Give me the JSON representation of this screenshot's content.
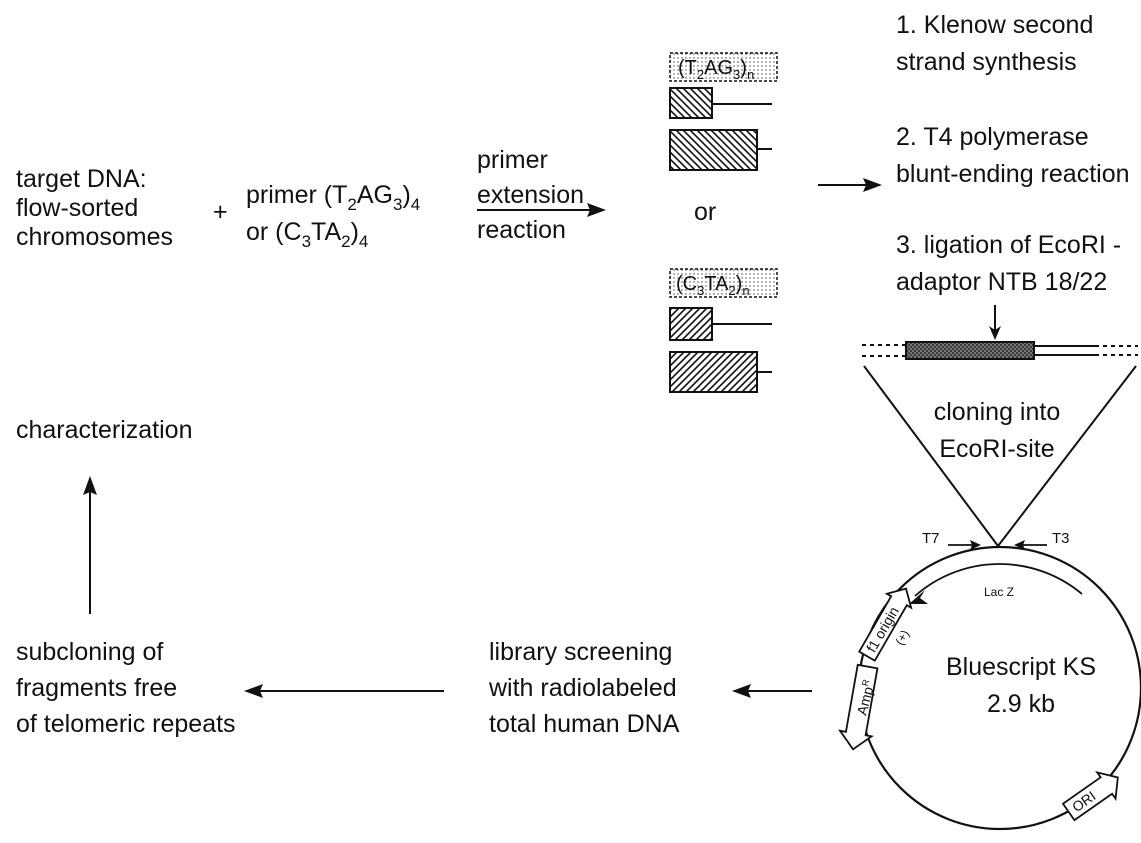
{
  "target": {
    "line1": "target DNA:",
    "line2": "flow-sorted",
    "line3": "chromosomes"
  },
  "plus": "+",
  "primer": {
    "line1": "primer (T",
    "line1_sub": "2",
    "line1_mid": "AG",
    "line1_sub2": "3",
    "line1_end": ")",
    "line1_sub3": "4",
    "line2": "or (C",
    "line2_sub": "3",
    "line2_mid": "TA",
    "line2_sub2": "2",
    "line2_end": ")",
    "line2_sub3": "4"
  },
  "extension": {
    "line1": "primer",
    "line2": "extension",
    "line3": "reaction"
  },
  "repeat_top": {
    "a": "(T",
    "a_sub": "2",
    "b": "AG",
    "b_sub": "3",
    "c": ")",
    "c_sub": "n"
  },
  "or_label": "or",
  "repeat_bottom": {
    "a": "(C",
    "a_sub": "3",
    "b": "TA",
    "b_sub": "2",
    "c": ")",
    "c_sub": "n"
  },
  "steps": {
    "s1_line1": "1. Klenow second",
    "s1_line2": "strand synthesis",
    "s2_line1": "2. T4 polymerase",
    "s2_line2": "blunt-ending reaction",
    "s3_line1": "3. ligation of EcoRI -",
    "s3_line2": "adaptor NTB 18/22"
  },
  "cloning": {
    "line1": "cloning into",
    "line2": "EcoRI-site"
  },
  "primers_site": {
    "t7": "T7",
    "t3": "T3"
  },
  "plasmid": {
    "name_line1": "Bluescript KS",
    "name_line2": "2.9 kb",
    "lacz": "Lac Z",
    "f1": "f1 origin",
    "plus_strand": "(+)",
    "amp": "Amp",
    "amp_sup": "R",
    "ori": "ORI"
  },
  "characterization": "characterization",
  "subcloning": {
    "line1": "subcloning of",
    "line2": "fragments free",
    "line3": "of telomeric repeats"
  },
  "screening": {
    "line1": "library screening",
    "line2": "with radiolabeled",
    "line3": "total human DNA"
  }
}
